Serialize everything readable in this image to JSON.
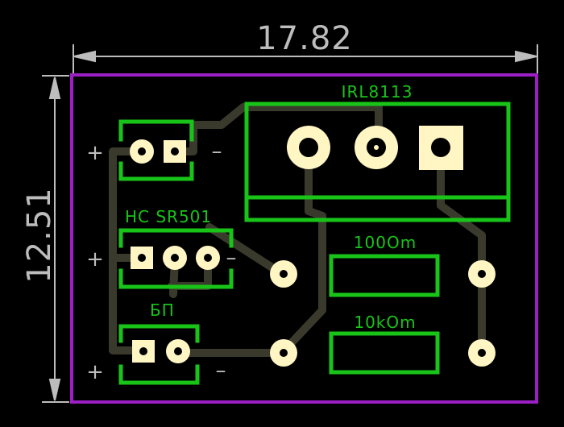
{
  "dimensions": {
    "width": "17.82",
    "height": "12.51"
  },
  "components": {
    "mosfet": "IRL8113",
    "sensor": "HC SR501",
    "power": "БП",
    "resistor_top": "100Om",
    "resistor_bottom": "10kOm"
  },
  "polarity": {
    "plus": "+",
    "minus": "–"
  },
  "colors": {
    "board_outline": "#9b1fc4",
    "silkscreen": "#19c419",
    "pads": "#fff6c4",
    "traces": "#3a3a2c",
    "dimension": "#bdbdbd"
  }
}
